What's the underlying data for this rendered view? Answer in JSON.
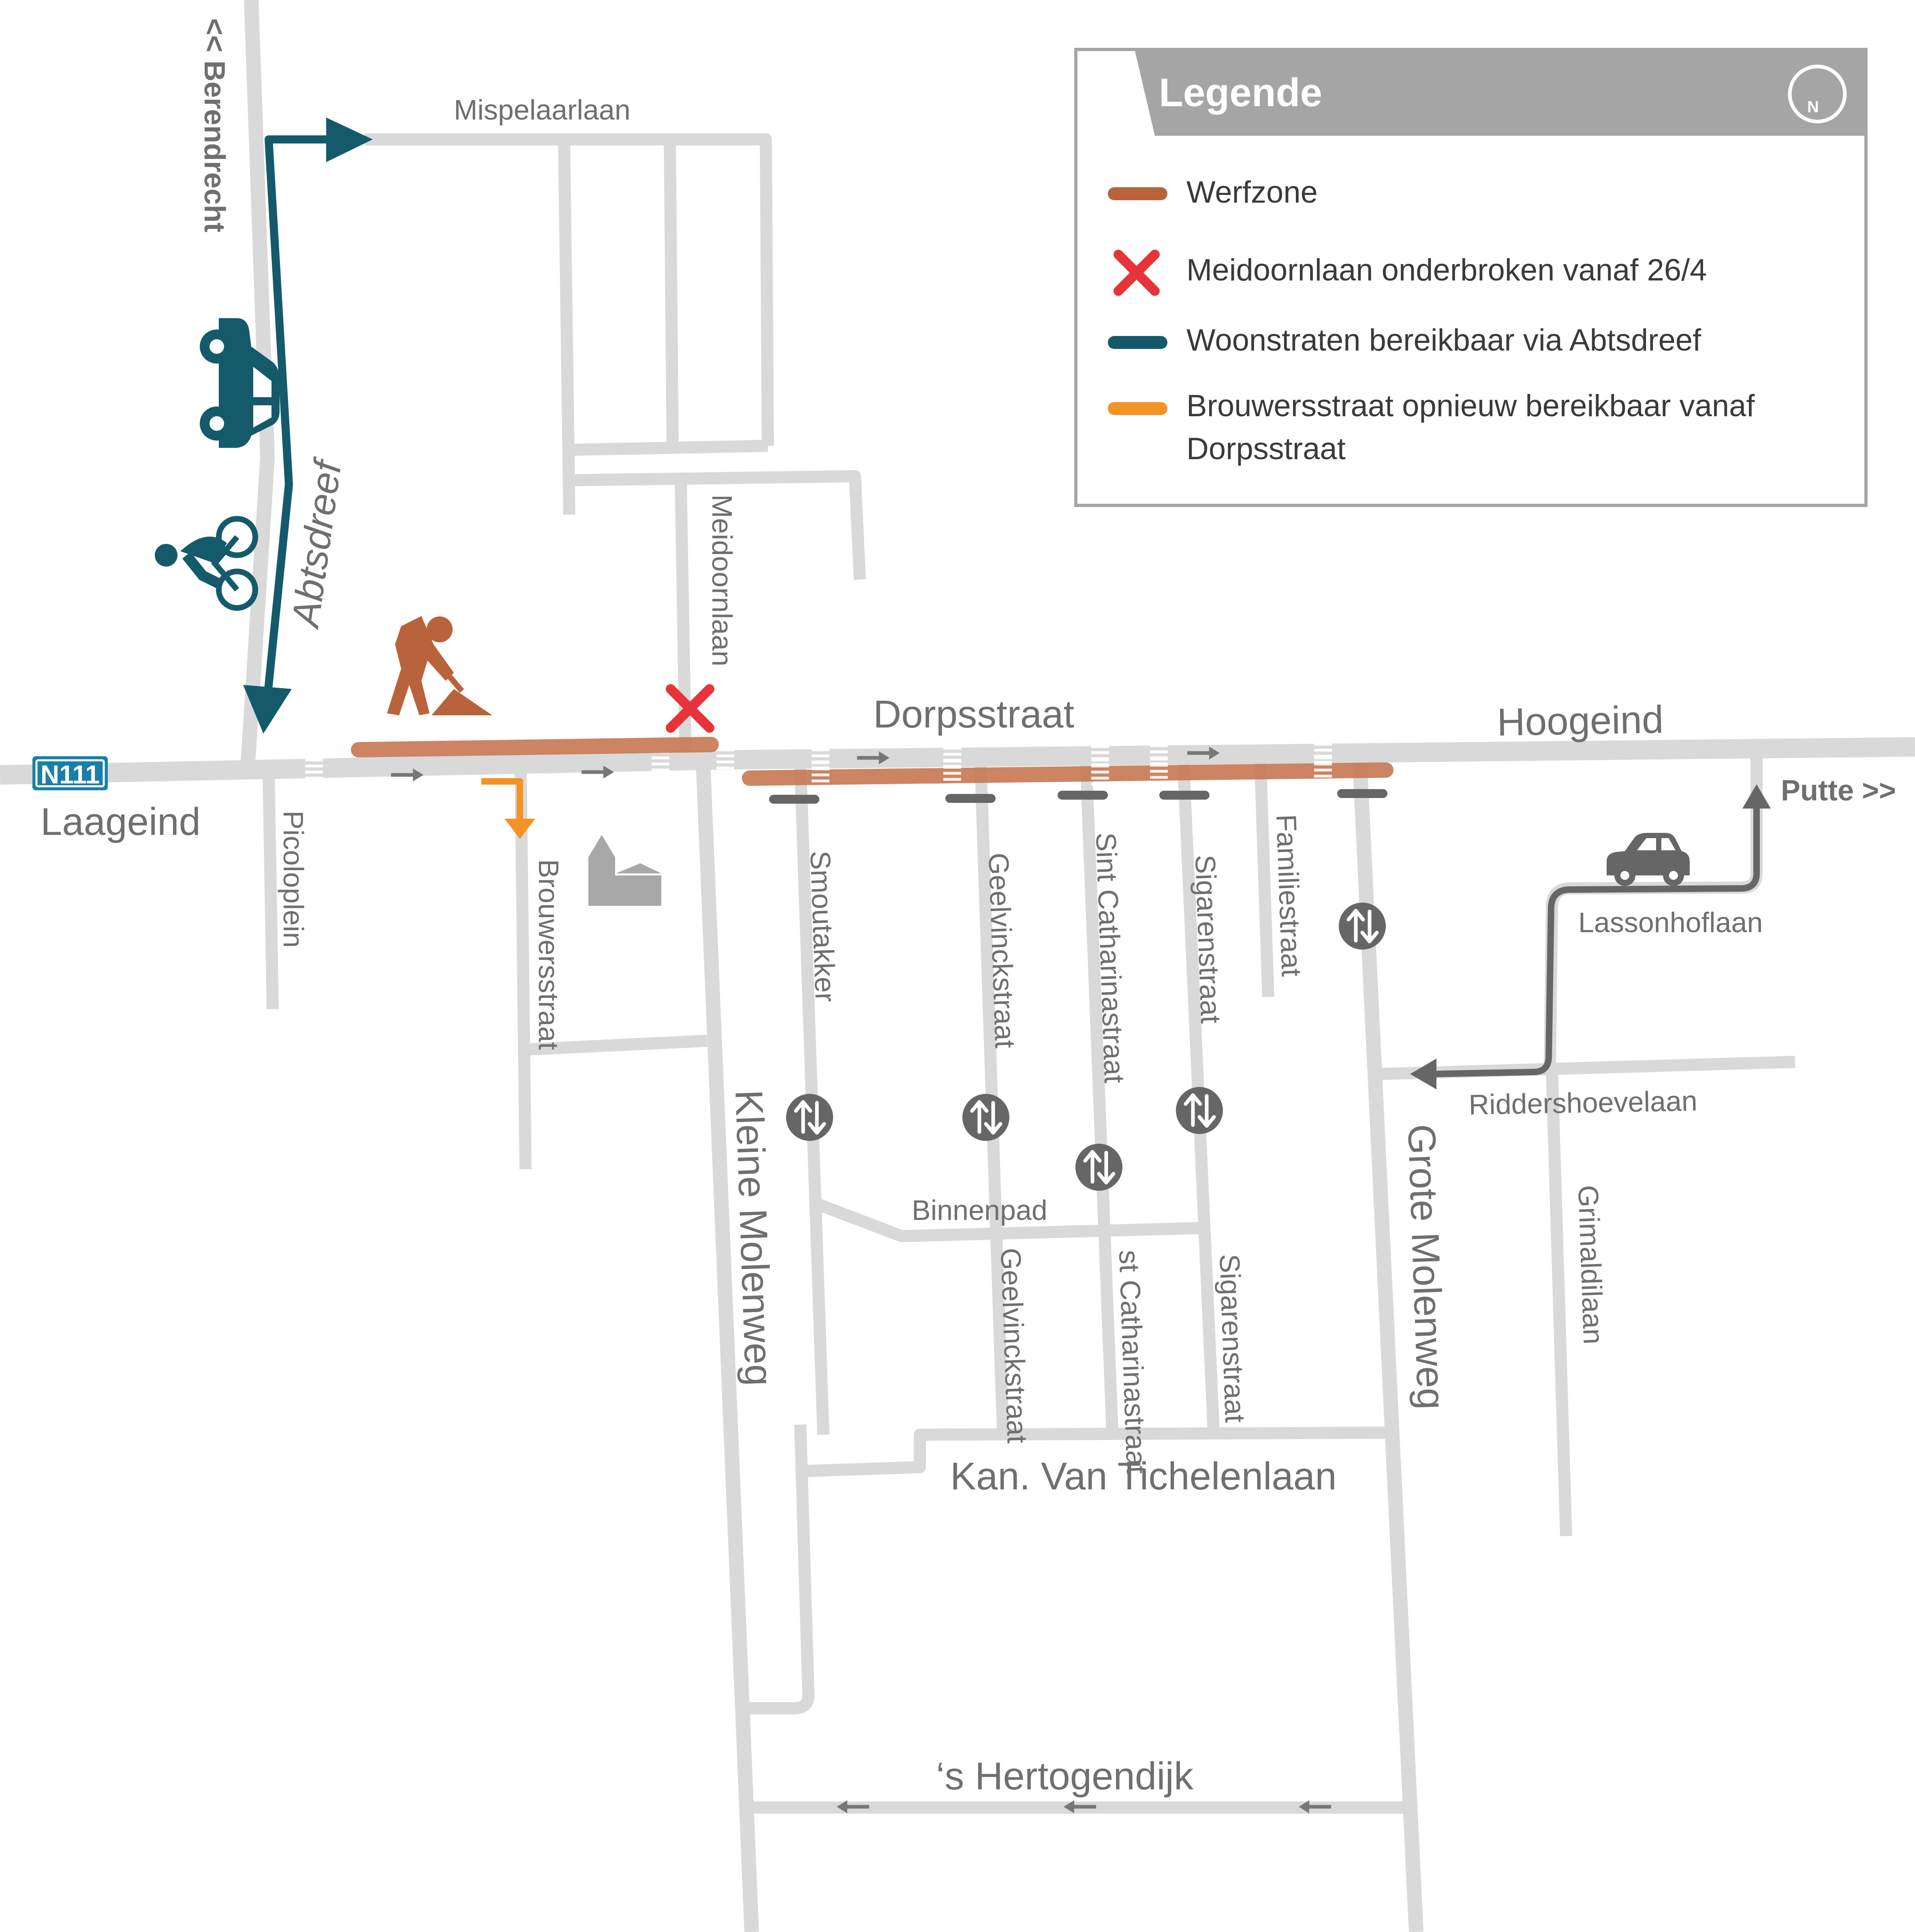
{
  "legend": {
    "title": "Legende",
    "items": [
      {
        "label": "Werfzone",
        "color": "#b8633b",
        "symbol": "line"
      },
      {
        "label": "Meidoornlaan onderbroken vanaf 26/4",
        "color": "#e8333a",
        "symbol": "cross"
      },
      {
        "label": "Woonstraten bereikbaar via Abtsdreef",
        "color": "#145a6b",
        "symbol": "line"
      },
      {
        "label": "Brouwersstraat opnieuw bereikbaar vanaf",
        "label_line2": "Dorpsstraat",
        "color": "#f39325",
        "symbol": "line"
      }
    ],
    "header_color": "#a5a5a5",
    "north_icon": "compass-north-icon"
  },
  "roads": {
    "mispelaarlaan": "Mispelaarlaan",
    "berendrecht": "<< Berendrecht",
    "abtsdreef": "Abtsdreef",
    "meidoornlaan": "Meidoornlaan",
    "dorpsstraat": "Dorpsstraat",
    "hoogeind": "Hoogeind",
    "n111": "N111",
    "laageind": "Laageind",
    "picoloplein": "Picoloplein",
    "brouwersstraat": "Brouwersstraat",
    "kleine_molenweg": "Kleine Molenweg",
    "smoutakker": "Smoutakker",
    "geelvinckstraat": "Geelvinckstraat",
    "geelvinckstraat_small": "Geelvinckstraat",
    "sint_catharinastraat": "Sint Catharinastraat",
    "st_catharinastraat_small": "st Catharinastraat",
    "sigarenstraat": "Sigarenstraat",
    "sigarenstraat_small": "Sigarenstraat",
    "familiestraat": "Familiestraat",
    "putte": "Putte >>",
    "lassonhoflaan": "Lassonhoflaan",
    "riddershoevelaan": "Riddershoevelaan",
    "grote_molenweg": "Grote Molenweg",
    "grimaldilaan": "Grimaldilaan",
    "binnenpad": "Binnenpad",
    "kan_van_tichelenlaan": "Kan. Van Tichelenlaan",
    "s_hertogendijk": "‘s Hertogendijk"
  },
  "colors": {
    "road": "#d9d9d9",
    "werfzone": "#c87a55",
    "detour_teal": "#145a6b",
    "brouwers_orange": "#f39325",
    "closure_red": "#e8333a",
    "route_grey": "#666666",
    "church_grey": "#a8a8a8",
    "n111_badge": "#1a7fa8"
  },
  "icons": {
    "car": "car-icon",
    "bicycle": "cyclist-icon",
    "worker": "road-worker-icon",
    "church": "church-icon",
    "two_way": "two-way-traffic-icon"
  }
}
